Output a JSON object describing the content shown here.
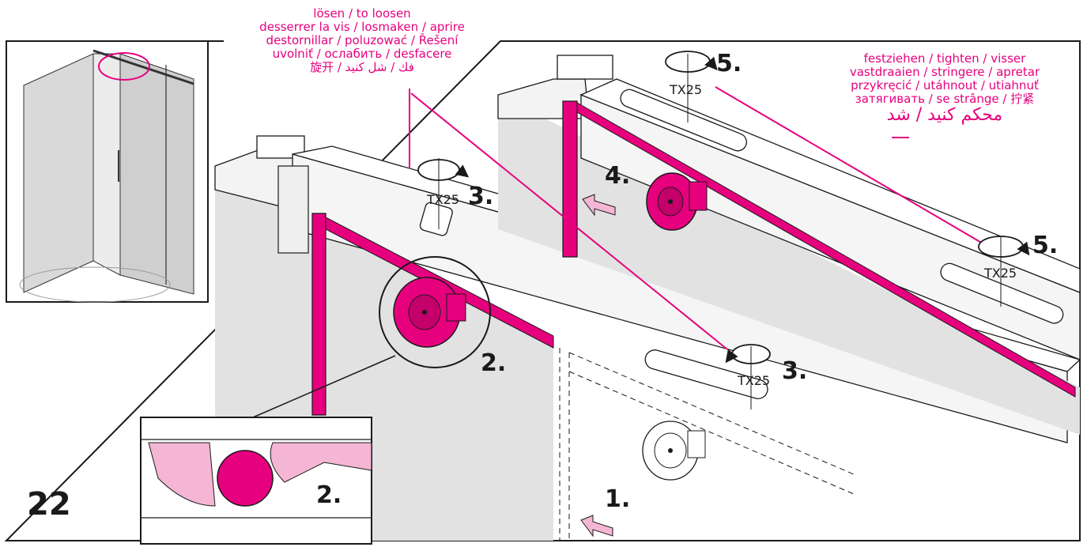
{
  "figure_number": "22",
  "loosen_label": {
    "lines": [
      "lösen / to loosen",
      "desserrer la vis / losmaken / aprire",
      "destornillar / poluzować / Řešení",
      "uvolniť / ослабить / desfacere",
      "旋开 / فك / شل کنید"
    ]
  },
  "tighten_label": {
    "lines": [
      "festziehen / tighten / visser",
      "vastdraaien / stringere / apretar",
      "przykręcić / utáhnout / utiahnuť",
      "затягивать / se strânge / 拧紧",
      "محکم کنید / شد"
    ]
  },
  "steps": {
    "s1": "1.",
    "s2_main": "2.",
    "s2_inset": "2.",
    "s3_a": "3.",
    "s3_b": "3.",
    "s4": "4.",
    "s5_a": "5.",
    "s5_b": "5."
  },
  "tool": {
    "t1": "TX25",
    "t2": "TX25",
    "t3": "TX25",
    "t4": "TX25"
  },
  "colors": {
    "accent": "#e6007e",
    "accent_light": "#f4b6d4",
    "panel_grey": "#e2e2e2",
    "line": "#1a1a1a"
  },
  "icons": {
    "rotation": "rotation-arrow-icon",
    "push": "push-arrow-icon"
  }
}
